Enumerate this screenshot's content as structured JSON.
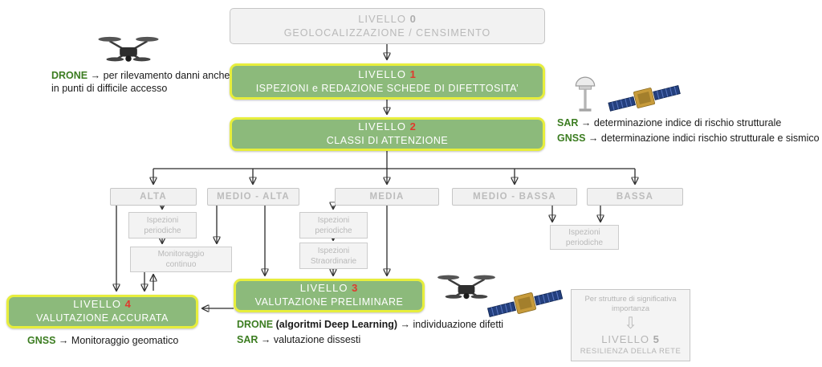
{
  "colors": {
    "level_green_fill": "#8cba7b",
    "level_yellow_border": "#e7ee3c",
    "level_number_red": "#e0392e",
    "keyword_green": "#3c7d21",
    "gray_text": "#b9b9b9"
  },
  "levels": {
    "l0": {
      "label": "LIVELLO",
      "number": "0",
      "subtitle": "GEOLOCALIZZAZIONE / CENSIMENTO"
    },
    "l1": {
      "label": "LIVELLO",
      "number": "1",
      "subtitle": "ISPEZIONI e REDAZIONE SCHEDE DI DIFETTOSITA’"
    },
    "l2": {
      "label": "LIVELLO",
      "number": "2",
      "subtitle": "CLASSI DI ATTENZIONE"
    },
    "l3": {
      "label": "LIVELLO",
      "number": "3",
      "subtitle": "VALUTAZIONE PRELIMINARE"
    },
    "l4": {
      "label": "LIVELLO",
      "number": "4",
      "subtitle": "VALUTAZIONE ACCURATA"
    },
    "l5": {
      "note": "Per strutture di significativa importanza",
      "arrow": "⇩",
      "label": "LIVELLO",
      "number": "5",
      "subtitle": "RESILIENZA DELLA RETE"
    }
  },
  "attention_classes": {
    "alta": "ALTA",
    "medio_alta": "MEDIO - ALTA",
    "media": "MEDIA",
    "medio_bassa": "MEDIO - BASSA",
    "bassa": "BASSA"
  },
  "activities": {
    "isp_periodiche_alta": "Ispezioni periodiche",
    "monitoraggio_continuo": "Monitoraggio continuo",
    "isp_periodiche_media": "Ispezioni periodiche",
    "isp_straordinarie": "Ispezioni Straordinarie",
    "isp_periodiche_bassa": "Ispezioni periodiche"
  },
  "annotations": {
    "drone_top": {
      "keyword": "DRONE",
      "arrow": "→",
      "text": "per rilevamento danni anche in punti di difficile accesso"
    },
    "sar_right": {
      "keyword": "SAR",
      "arrow": "→",
      "text": "determinazione indice di rischio strutturale"
    },
    "gnss_right": {
      "keyword": "GNSS",
      "arrow": "→",
      "text": "determinazione indici rischio strutturale e sismico"
    },
    "drone_bottom": {
      "keyword": "DRONE",
      "extra": "(algoritmi Deep Learning)",
      "arrow": "→",
      "text": "individuazione difetti"
    },
    "sar_bottom": {
      "keyword": "SAR",
      "arrow": "→",
      "text": "valutazione dissesti"
    },
    "gnss_bottom": {
      "keyword": "GNSS",
      "arrow": "→",
      "text": "Monitoraggio geomatico"
    }
  },
  "icons": {
    "drone_top": "quadcopter-drone",
    "drone_bottom": "quadcopter-drone",
    "satellite_right": "sar-satellite",
    "satellite_bottom": "sar-satellite",
    "gnss_antenna": "gnss-receiver-antenna"
  }
}
